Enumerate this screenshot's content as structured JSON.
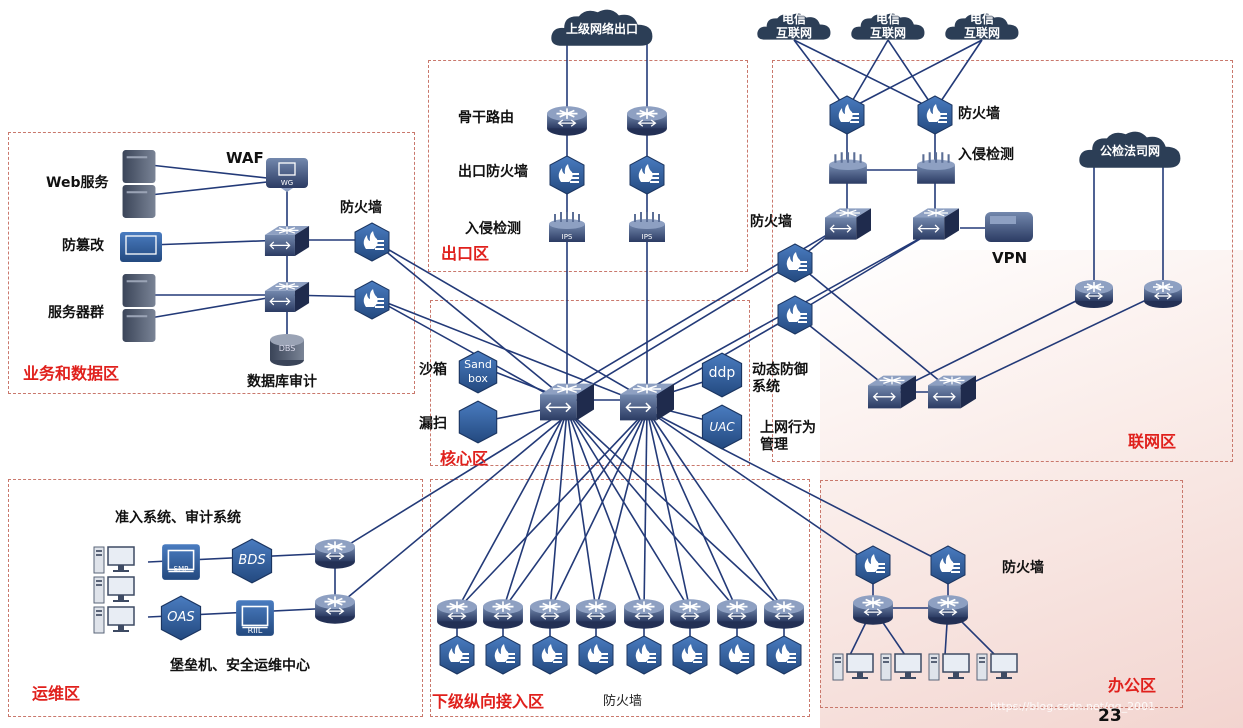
{
  "clouds": {
    "upper_exit": "上级网络出口",
    "telecom": "电信\n互联网",
    "public_security": "公检法司网"
  },
  "zones": {
    "exit": "出口区",
    "business": "业务和数据区",
    "internet": "联网区",
    "core": "核心区",
    "ops": "运维区",
    "lower_access": "下级纵向接入区",
    "office": "办公区"
  },
  "labels": {
    "backbone_router": "骨干路由",
    "exit_firewall": "出口防火墙",
    "ids_exit": "入侵检测",
    "web_service": "Web服务",
    "waf": "WAF",
    "anti_tamper": "防篡改",
    "server_group": "服务器群",
    "firewall_business": "防火墙",
    "db_audit": "数据库审计",
    "firewall_inet_top": "防火墙",
    "ids_inet": "入侵检测",
    "firewall_inet_left": "防火墙",
    "vpn": "VPN",
    "sandbox": "沙箱",
    "vuln_scan": "漏扫",
    "dynamic_defense": "动态防御\n系统",
    "internet_behavior": "上网行为\n管理",
    "access_audit": "准入系统、审计系统",
    "bastion": "堡垒机、安全运维中心",
    "firewall_lower": "防火墙",
    "firewall_office": "防火墙"
  },
  "device_text": {
    "sandbox": "Sand\nbox",
    "ddp": "ddp",
    "uac": "UAC",
    "bds": "BDS",
    "oas": "OAS",
    "dbs": "DBS",
    "waf_icon": "WG",
    "ips": "IPS",
    "smp": "SMP",
    "rilt": "RIIL"
  },
  "footer": {
    "page_number": "23",
    "watermark": "https://blog.csdn.net/qq_2001"
  },
  "colors": {
    "line": "#233a78",
    "zone_border": "#c9786c",
    "zone_label": "#e0201c",
    "device_dark": "#2c3e6e",
    "hexagon": "#2f5f9c",
    "cloud": "#2c3e56"
  }
}
